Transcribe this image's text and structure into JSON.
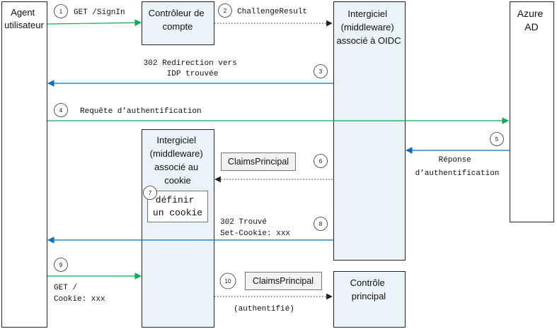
{
  "colors": {
    "green": "#00b050",
    "blue": "#0070c0",
    "dark": "#222222",
    "lifeline_fill": "#eaf4f8",
    "note_fill": "#f2f2f2"
  },
  "participants": {
    "user_agent": [
      "Agent",
      "utilisateur"
    ],
    "account_controller": [
      "Contrôleur de",
      "compte"
    ],
    "oidc_middleware": [
      "Intergiciel",
      "(middleware)",
      "associé à OIDC"
    ],
    "azure_ad": [
      "Azure",
      "AD"
    ],
    "cookie_middleware": [
      "Intergiciel",
      "(middleware)",
      "associé au",
      "cookie"
    ],
    "main_controller": [
      "Contrôle",
      "principal"
    ]
  },
  "steps": [
    {
      "num": "1",
      "label": [
        "GET /SignIn"
      ]
    },
    {
      "num": "2",
      "label": [
        "ChallengeResult"
      ]
    },
    {
      "num": "3",
      "label": [
        "302 Redirection vers",
        "IDP trouvée"
      ]
    },
    {
      "num": "4",
      "label": [
        "Requête d’authentification"
      ]
    },
    {
      "num": "5",
      "label": [
        "Réponse",
        "d’authentification"
      ]
    },
    {
      "num": "6",
      "label": [
        "ClaimsPrincipal"
      ]
    },
    {
      "num": "7",
      "label": [
        "définir",
        "un cookie"
      ]
    },
    {
      "num": "8",
      "label": [
        "302 Trouvé",
        "Set-Cookie: xxx"
      ]
    },
    {
      "num": "9",
      "label": [
        "GET /",
        "Cookie: xxx"
      ]
    },
    {
      "num": "10",
      "label": [
        "ClaimsPrincipal",
        "(authentifié)"
      ]
    }
  ]
}
